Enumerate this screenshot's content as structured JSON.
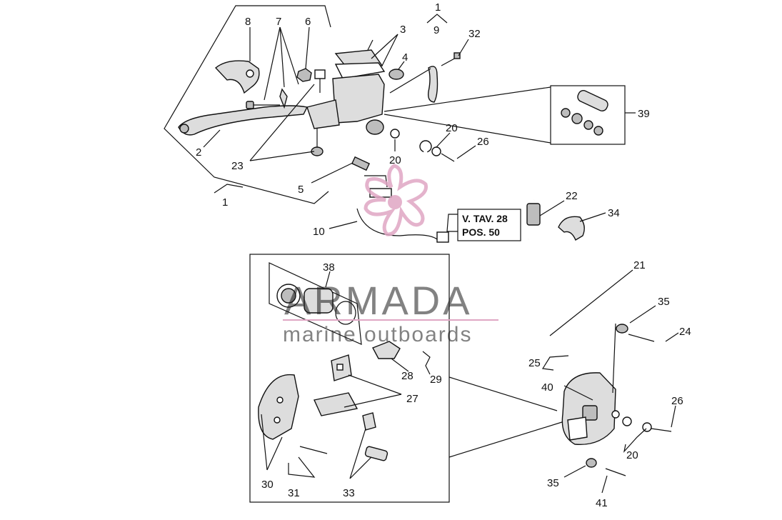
{
  "diagram": {
    "callouts": [
      "8",
      "7",
      "6",
      "3",
      "1",
      "9",
      "32",
      "4",
      "2",
      "23",
      "5",
      "20",
      "20",
      "26",
      "39",
      "10",
      "22",
      "34",
      "21",
      "38",
      "35",
      "24",
      "28",
      "29",
      "27",
      "25",
      "40",
      "26",
      "30",
      "31",
      "33",
      "20",
      "35",
      "41",
      "1"
    ],
    "reference_box": {
      "line1": "V. TAV. 28",
      "line2": "POS. 50"
    }
  },
  "watermark": {
    "title": "ARMADA",
    "subtitle": "marine outboards",
    "color": "#e0a6c4"
  }
}
